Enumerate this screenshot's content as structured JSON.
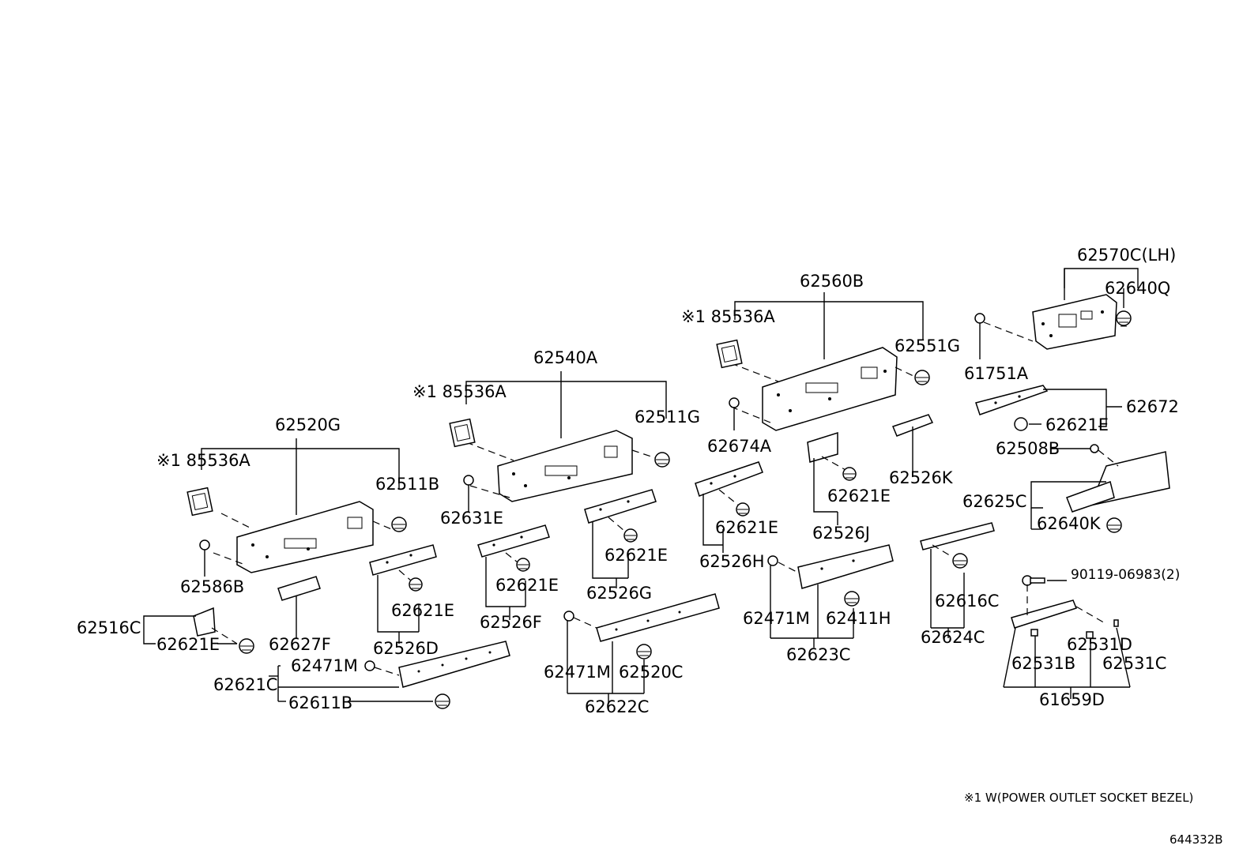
{
  "labels": {
    "p62570C": "62570C(LH)",
    "p62640Q": "62640Q",
    "p61751A": "61751A",
    "p62560B": "62560B",
    "p85536A_3": "※1 85536A",
    "p62551G": "62551G",
    "p62674A": "62674A",
    "p62672": "62672",
    "p62621E_r": "62621E",
    "p62508B": "62508B",
    "p62625C": "62625C",
    "p62640K": "62640K",
    "p62526K": "62526K",
    "p62621E_j": "62621E",
    "p62526J": "62526J",
    "p62540A": "62540A",
    "p85536A_2": "※1 85536A",
    "p62511G": "62511G",
    "p62631E": "62631E",
    "p62621E_h": "62621E",
    "p62526H": "62526H",
    "p62520G": "62520G",
    "p85536A_1": "※1 85536A",
    "p62511B": "62511B",
    "p62586B": "62586B",
    "p62621E_g": "62621E",
    "p62526G": "62526G",
    "p62621E_f": "62621E",
    "p62526F": "62526F",
    "p62621E_d": "62621E",
    "p62526D": "62526D",
    "p62627F": "62627F",
    "p62516C": "62516C",
    "p62621E_c": "62621E",
    "p62471M_a": "62471M",
    "p62621C": "62621C",
    "p62611B": "62611B",
    "p62471M_b": "62471M",
    "p62520C": "62520C",
    "p62622C": "62622C",
    "p62471M_c": "62471M",
    "p62411H": "62411H",
    "p62623C": "62623C",
    "p62616C": "62616C",
    "p62624C": "62624C",
    "p90119": "90119-06983(2)",
    "p62531D": "62531D",
    "p62531B": "62531B",
    "p62531C": "62531C",
    "p61659D": "61659D"
  },
  "footnote": "※1 W(POWER OUTLET SOCKET BEZEL)",
  "diagram_id": "644332B"
}
